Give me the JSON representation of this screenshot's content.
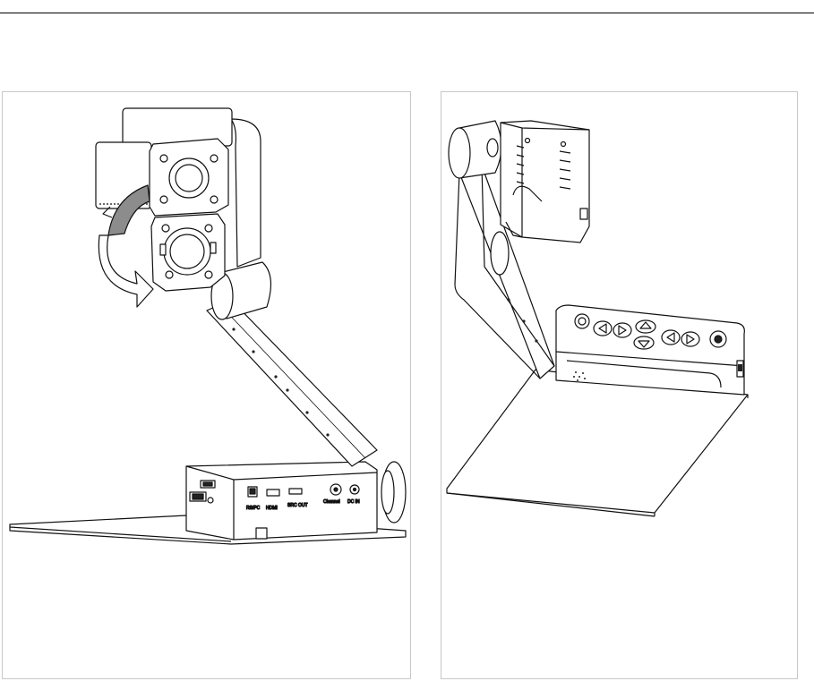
{
  "figure": {
    "left_panel": {
      "port_labels": {
        "usb": "RS/PC",
        "hdmi": "HDMI",
        "src_out": "SRC OUT",
        "channel": "Channel",
        "dc_in": "DC IN"
      }
    },
    "right_panel": {}
  },
  "colors": {
    "line": "#111111",
    "panel_border": "#c8c8c8",
    "arrow_fill": "#8c8c8c"
  }
}
